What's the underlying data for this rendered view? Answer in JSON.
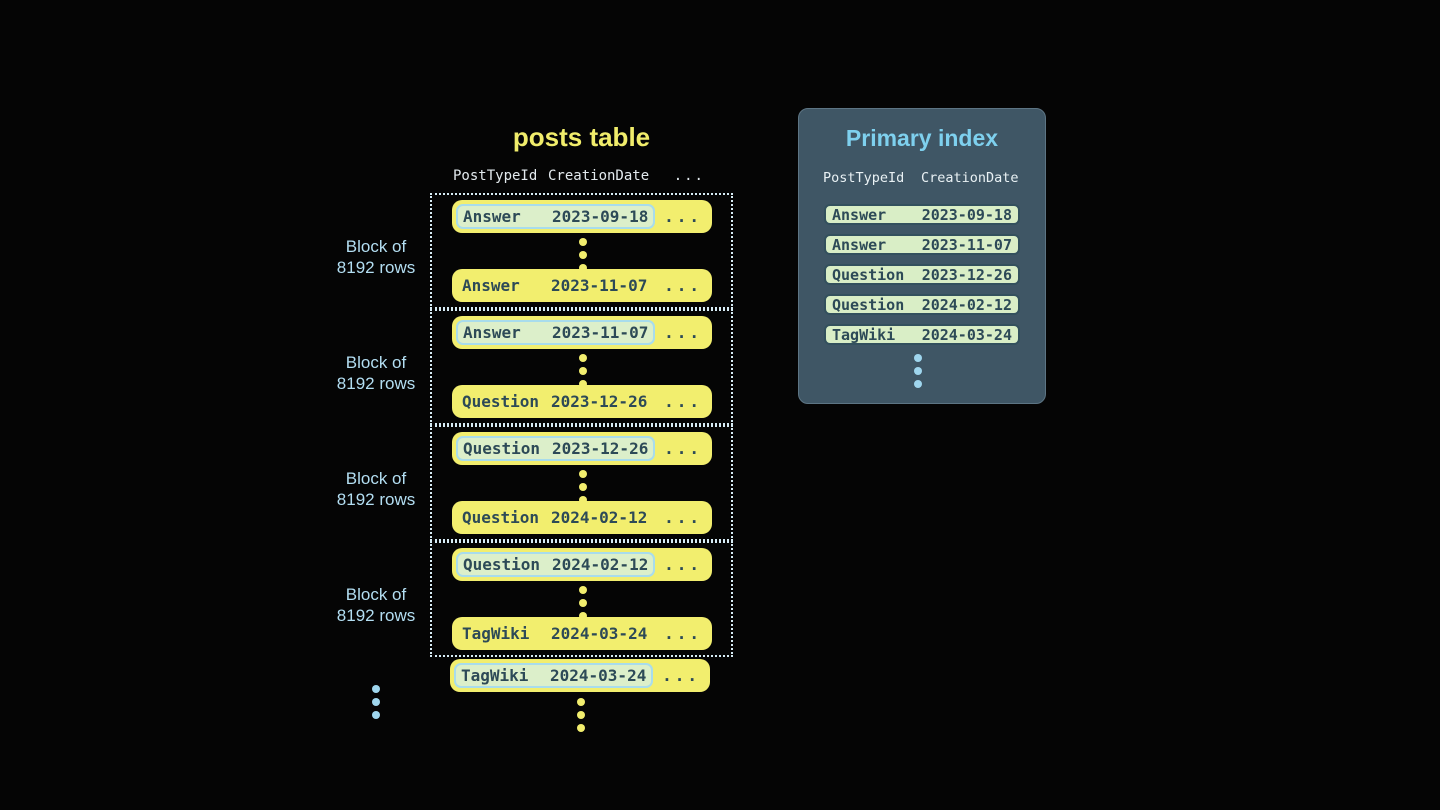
{
  "colors": {
    "background": "#050505",
    "row_yellow": "#f2ee6e",
    "highlight_green": "#dcefca",
    "highlight_border_blue": "#a8dcec",
    "dark_text": "#2d4a57",
    "panel_background": "#3f5665",
    "panel_title_blue": "#7ed0ee",
    "label_blue": "#b3def2",
    "posts_title_yellow": "#f1ed6b",
    "dotted_border": "#d7ecf5"
  },
  "posts_table": {
    "title": "posts table",
    "headers": {
      "col1": "PostTypeId",
      "col2": "CreationDate",
      "col3": "..."
    },
    "block_label": {
      "line1": "Block of",
      "line2": "8192 rows"
    },
    "ellipsis": "...",
    "blocks": [
      {
        "first": {
          "type": "Answer",
          "date": "2023-09-18"
        },
        "last": {
          "type": "Answer",
          "date": "2023-11-07"
        }
      },
      {
        "first": {
          "type": "Answer",
          "date": "2023-11-07"
        },
        "last": {
          "type": "Question",
          "date": "2023-12-26"
        }
      },
      {
        "first": {
          "type": "Question",
          "date": "2023-12-26"
        },
        "last": {
          "type": "Question",
          "date": "2024-02-12"
        }
      },
      {
        "first": {
          "type": "Question",
          "date": "2024-02-12"
        },
        "last": {
          "type": "TagWiki",
          "date": "2024-03-24"
        }
      }
    ],
    "overflow_row": {
      "type": "TagWiki",
      "date": "2024-03-24"
    }
  },
  "primary_index": {
    "title": "Primary index",
    "headers": {
      "col1": "PostTypeId",
      "col2": "CreationDate"
    },
    "rows": [
      {
        "type": "Answer",
        "date": "2023-09-18"
      },
      {
        "type": "Answer",
        "date": "2023-11-07"
      },
      {
        "type": "Question",
        "date": "2023-12-26"
      },
      {
        "type": "Question",
        "date": "2024-02-12"
      },
      {
        "type": "TagWiki",
        "date": "2024-03-24"
      }
    ]
  }
}
